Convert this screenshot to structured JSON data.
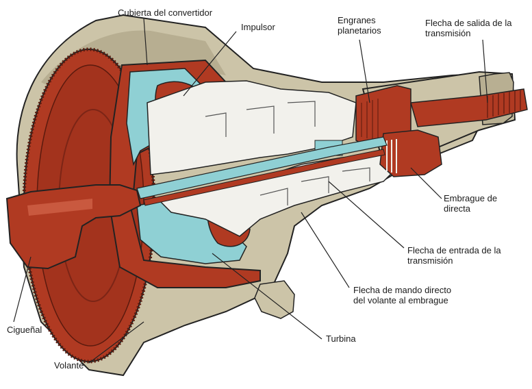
{
  "labels": {
    "cubierta": "Cubierta del convertidor",
    "impulsor": "Impulsor",
    "engranes_1": "Engranes",
    "engranes_2": "planetarios",
    "flecha_salida_1": "Flecha de salida de la",
    "flecha_salida_2": "transmisión",
    "embrague_1": "Embrague de",
    "embrague_2": "directa",
    "flecha_entrada_1": "Flecha de entrada de la",
    "flecha_entrada_2": "transmisión",
    "flecha_mando_1": "Flecha de mando directo",
    "flecha_mando_2": "del volante al embrague",
    "turbina": "Turbina",
    "ciguenal": "Cigueñal",
    "volante": "Volante"
  },
  "colors": {
    "red": "#b03a22",
    "dark_red": "#7c2516",
    "housing": "#ccc4a8",
    "housing_dark": "#a49b80",
    "cyan": "#8fd0d4",
    "white": "#f2f1ec",
    "line": "#222222"
  }
}
